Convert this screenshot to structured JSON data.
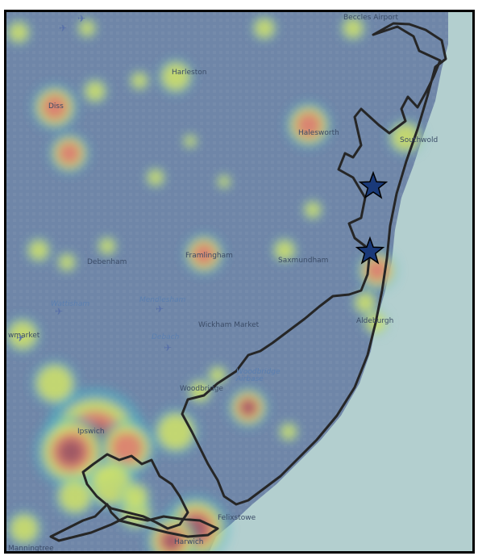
{
  "map": {
    "colors": {
      "sea": "#b3cfcf",
      "land": "#6f86a8",
      "boundary": "#262626",
      "star": "#1a3a7a",
      "heat_low": "#49b6c4",
      "heat_mid": "#e5e85b",
      "heat_high": "#e06a72",
      "heat_peak": "#8c4b62"
    },
    "places": [
      {
        "id": "halesworth",
        "name": "Halesworth"
      },
      {
        "id": "southwold",
        "name": "Southwold"
      },
      {
        "id": "harleston",
        "name": "Harleston"
      },
      {
        "id": "diss",
        "name": "Diss"
      },
      {
        "id": "debenham",
        "name": "Debenham"
      },
      {
        "id": "framlingham",
        "name": "Framlingham"
      },
      {
        "id": "saxmundham",
        "name": "Saxmundham"
      },
      {
        "id": "aldeburgh",
        "name": "Aldeburgh"
      },
      {
        "id": "wickham-market",
        "name": "Wickham Market"
      },
      {
        "id": "stowmarket",
        "name": "wmarket"
      },
      {
        "id": "woodbridge",
        "name": "Woodbridge"
      },
      {
        "id": "ipswich",
        "name": "Ipswich"
      },
      {
        "id": "felixstowe",
        "name": "Felixstowe"
      },
      {
        "id": "harwich",
        "name": "Harwich"
      },
      {
        "id": "manningtree",
        "name": "Manningtree"
      },
      {
        "id": "mendlesham",
        "name": "Mendlesham"
      },
      {
        "id": "wattisham",
        "name": "Wattisham"
      },
      {
        "id": "debach",
        "name": "Debach"
      },
      {
        "id": "woodbridge-airbase",
        "name": "Woodbridge Airbase"
      },
      {
        "id": "beccles",
        "name": "Beccles Airport"
      }
    ],
    "markers": [
      {
        "id": "star-north",
        "type": "star"
      },
      {
        "id": "star-south",
        "type": "star"
      }
    ],
    "airport_icon": "airplane-icon"
  }
}
